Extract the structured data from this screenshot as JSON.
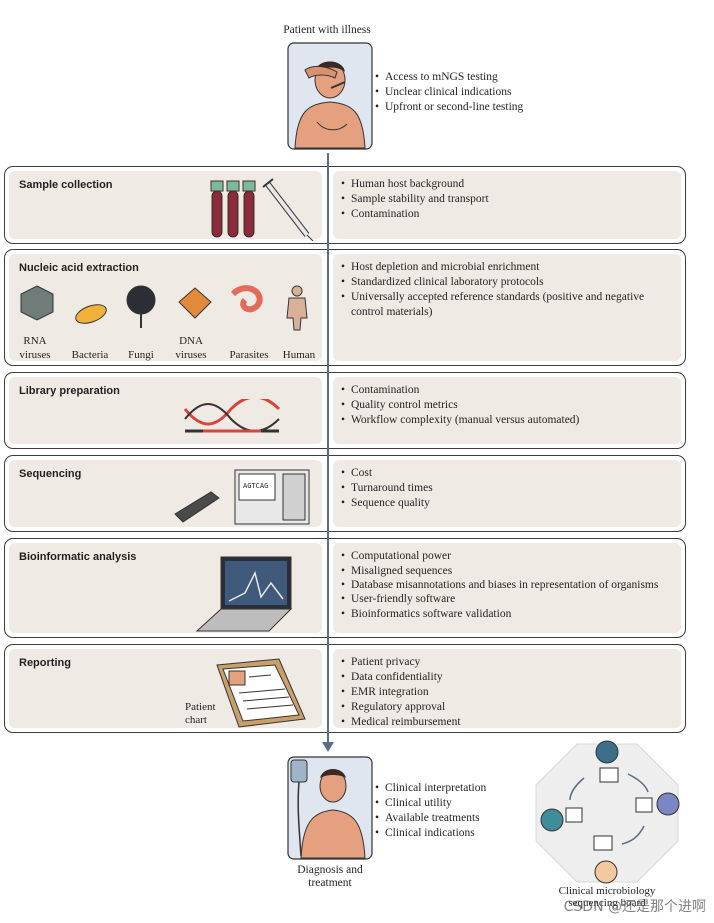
{
  "top": {
    "title": "Patient with illness",
    "bullets": [
      "Access to mNGS testing",
      "Unclear clinical indications",
      "Upfront or second-line testing"
    ]
  },
  "panels": [
    {
      "title": "Sample collection",
      "bullets": [
        "Human host background",
        "Sample stability and transport",
        "Contamination"
      ]
    },
    {
      "title": "Nucleic acid extraction",
      "bullets": [
        "Host depletion and microbial enrichment",
        "Standardized clinical laboratory protocols",
        "Universally accepted reference standards (positive and negative control materials)"
      ]
    },
    {
      "title": "Library preparation",
      "bullets": [
        "Contamination",
        "Quality control metrics",
        "Workflow complexity (manual versus automated)"
      ]
    },
    {
      "title": "Sequencing",
      "bullets": [
        "Cost",
        "Turnaround times",
        "Sequence quality"
      ]
    },
    {
      "title": "Bioinformatic analysis",
      "bullets": [
        "Computational power",
        "Misaligned sequences",
        "Database misannotations and biases in representation of organisms",
        "User-friendly software",
        "Bioinformatics software validation"
      ]
    },
    {
      "title": "Reporting",
      "bullets": [
        "Patient privacy",
        "Data confidentiality",
        "EMR integration",
        "Regulatory approval",
        "Medical reimbursement"
      ]
    }
  ],
  "organisms": [
    {
      "label": "RNA viruses"
    },
    {
      "label": "Bacteria"
    },
    {
      "label": "Fungi"
    },
    {
      "label": "DNA viruses"
    },
    {
      "label": "Parasites"
    },
    {
      "label": "Human"
    }
  ],
  "sequencer_screen": "AGTCAG",
  "patient_chart_label": "Patient chart",
  "bottom": {
    "title": "Diagnosis and treatment",
    "bullets": [
      "Clinical interpretation",
      "Clinical utility",
      "Available treatments",
      "Clinical indications"
    ],
    "board_label": "Clinical microbiology sequencing board"
  },
  "watermark": "CSDN @还是那个进啊"
}
